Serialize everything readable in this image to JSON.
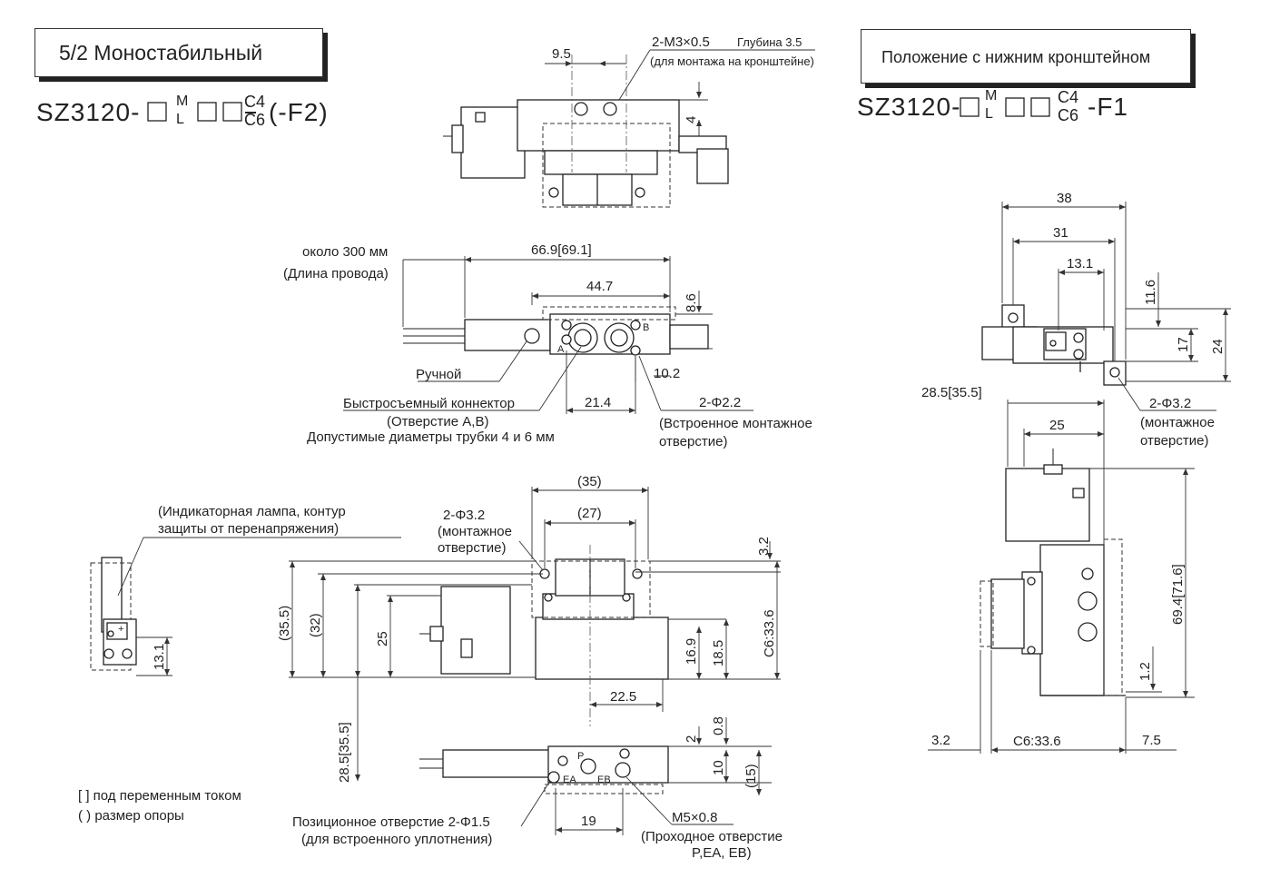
{
  "left_title": "5/2 Моностабильный",
  "left_model": {
    "prefix": "SZ3120-",
    "m": "M",
    "l": "L",
    "c4": "C4",
    "c6": "C6",
    "suffix": "(-F2)"
  },
  "right_title": "Положение с нижним кронштейном",
  "right_model": {
    "prefix": "SZ3120-",
    "m": "M",
    "l": "L",
    "c4": "C4",
    "c6": "C6",
    "suffix": "-F1"
  },
  "top_view": {
    "dim_9_5": "9.5",
    "thread_note": "2-M3×0.5",
    "depth_label": "Глубина 3.5",
    "bracket_note": "(для монтажа на кронштейне)",
    "dim_4": "4"
  },
  "side_view": {
    "lead_length": "около 300 мм",
    "lead_note": "(Длина провода)",
    "dim_66_9": "66.9[69.1]",
    "dim_44_7": "44.7",
    "dim_8_6": "8.6",
    "dim_10_2": "10.2",
    "dim_21_4": "21.4",
    "manual": "Ручной",
    "connector": "Быстросъемный коннектор",
    "ports_ab": "(Отверстие A,B)",
    "tube_sizes": "Допустимые диаметры трубки 4 и 6 мм",
    "hole_2_2": "2-Φ2.2",
    "builtin_mount_1": "(Встроенное монтажное",
    "builtin_mount_2": "отверстие)",
    "port_a": "A",
    "port_b": "B"
  },
  "indicator": {
    "note_1": "(Индикаторная лампа, контур",
    "note_2": "защиты от перенапряжения)",
    "dim_13_1": "13.1"
  },
  "front_view": {
    "dim_35": "(35)",
    "dim_27": "(27)",
    "hole_3_2": "2-Φ3.2",
    "mount_1": "(монтажное",
    "mount_2": "отверстие)",
    "dim_3_2": "3.2",
    "dim_35_5": "(35.5)",
    "dim_32": "(32)",
    "dim_25": "25",
    "dim_16_9": "16.9",
    "dim_18_5": "18.5",
    "dim_c6": "C6:33.6",
    "dim_22_5": "22.5",
    "dim_28_5": "28.5[35.5]"
  },
  "bottom_view": {
    "dim_2": "2",
    "dim_0_8": "0.8",
    "dim_10": "10",
    "dim_15": "(15)",
    "dim_19": "19",
    "port_p": "P",
    "port_ea": "EA",
    "port_eb": "EB",
    "pos_hole": "Позиционное отверстие 2-Φ1.5",
    "pos_note": "(для встроенного уплотнения)",
    "thread": "M5×0.8",
    "through_1": "(Проходное отверстие",
    "through_2": "P,EA, EB)"
  },
  "legend": {
    "ac": "[  ] под переменным током",
    "support": "(  ) размер опоры"
  },
  "right_view": {
    "dim_38": "38",
    "dim_31": "31",
    "dim_13_1": "13.1",
    "dim_11_6": "11.6",
    "dim_17": "17",
    "dim_24": "24",
    "dim_28_5": "28.5[35.5]",
    "hole_3_2": "2-Φ3.2",
    "mount_1": "(монтажное",
    "mount_2": "отверстие)",
    "dim_25": "25",
    "dim_69_4": "69.4[71.6]",
    "dim_1_2": "1.2",
    "dim_3_2": "3.2",
    "dim_c6": "C6:33.6",
    "dim_7_5": "7.5"
  }
}
